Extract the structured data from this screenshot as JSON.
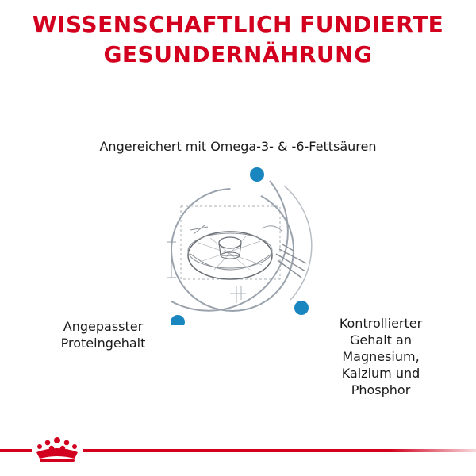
{
  "headline": {
    "line1": "WISSENSCHAFTLICH FUNDIERTE",
    "line2": "GESUNDERNÄHRUNG"
  },
  "benefits": {
    "top": "Angereichert mit Omega-3- & -6-Fettsäuren",
    "left": [
      "Angepasster",
      "Proteingehalt"
    ],
    "right": [
      "Kontrollierter",
      "Gehalt an",
      "Magnesium,",
      "Kalzium und",
      "Phosphor"
    ]
  },
  "colors": {
    "brand_red": "#d2001e",
    "dot_blue": "#1a86c0",
    "ring_gray": "#9aa3ad"
  },
  "icons": {
    "crown": "royal-canin-crown-icon",
    "kibble": "kibble-sketch-icon"
  }
}
